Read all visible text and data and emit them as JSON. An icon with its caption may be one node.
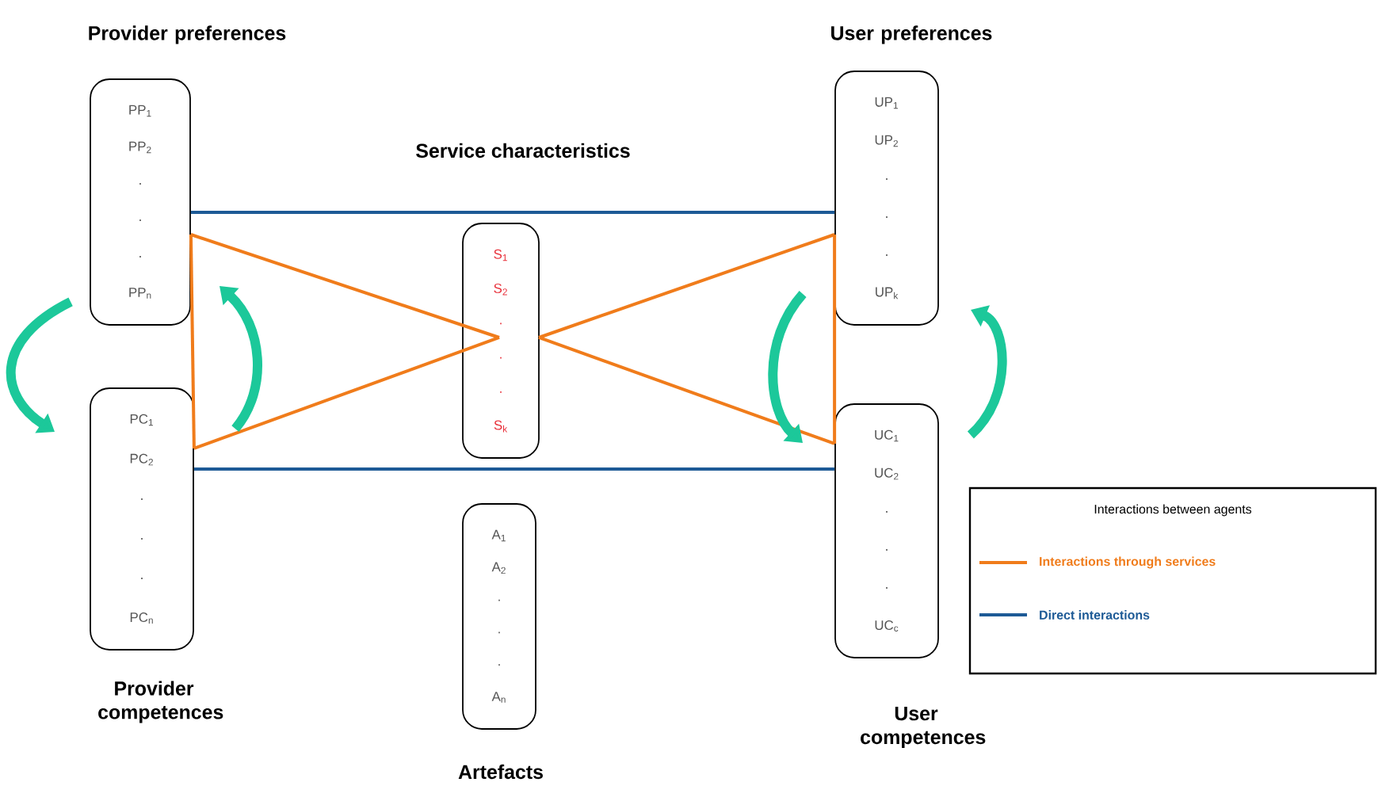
{
  "diagram": {
    "nodes": [
      {
        "text": [
          "Provider preferences",
          "PP$_{1}$",
          "PP$_{2}$",
          ".",
          ".",
          ".",
          "PP$_{n}$"
        ]
      },
      {
        "text": [
          "User preferences",
          "UP$_{1}$",
          "UP$_{2}$",
          ".",
          ".",
          ".",
          "UP$_{k}$"
        ]
      },
      {
        "text": [
          "S$_{1}$",
          "S$_{2}$",
          ".",
          ".",
          ".",
          "S$_{k}$"
        ]
      },
      {
        "text": [
          "PC$_{1}$",
          "PC$_{2}$",
          ".",
          ".",
          ".",
          "PC$_{n}$",
          "Provider competences"
        ]
      },
      {
        "text": [
          "A$_{1}$",
          "A$_{2}$",
          ".",
          ".",
          ".",
          "A$_{n}$",
          "Artefacts"
        ]
      },
      {
        "text": [
          "UC$_{1}$",
          "UC$_{2}$",
          ".",
          ".",
          ".",
          "UC$_{c}$",
          "User competences"
        ]
      }
    ],
    "edges": [
      {
        "from": 0,
        "to": 2,
        "arrow": "none",
        "color": "#f07c1b"
      },
      {
        "from": 3,
        "to": 2,
        "arrow": "none",
        "color": "#f07c1b"
      },
      {
        "from": 0,
        "to": 3,
        "arrow": "none",
        "color": "#f07c1b"
      },
      {
        "from": 1,
        "to": 2,
        "arrow": "none",
        "color": "#f07c1b"
      },
      {
        "from": 5,
        "to": 2,
        "arrow": "none",
        "color": "#f07c1b"
      },
      {
        "from": 1,
        "to": 5,
        "arrow": "none",
        "color": "#f07c1b"
      },
      {
        "from": 0,
        "to": 1,
        "arrow": "none",
        "color": "#1d5a96"
      },
      {
        "from": 3,
        "to": 5,
        "arrow": "none",
        "color": "#1d5a96"
      },
      {
        "from": 0,
        "to": 3,
        "arrow": "to",
        "style": "thick",
        "color": "#1cc89a"
      },
      {
        "from": 3,
        "to": 0,
        "arrow": "to",
        "style": "thick",
        "color": "#1cc89a"
      },
      {
        "from": 1,
        "to": 5,
        "arrow": "to",
        "style": "thick",
        "color": "#1cc89a"
      },
      {
        "from": 5,
        "to": 1,
        "arrow": "to",
        "style": "thick",
        "color": "#1cc89a"
      }
    ],
    "labels": [
      "Service characteristics",
      "Interactions between agents"
    ],
    "legend": [
      {
        "text": "Interactions through services"
      },
      {
        "text": "Direct interactions"
      }
    ]
  }
}
